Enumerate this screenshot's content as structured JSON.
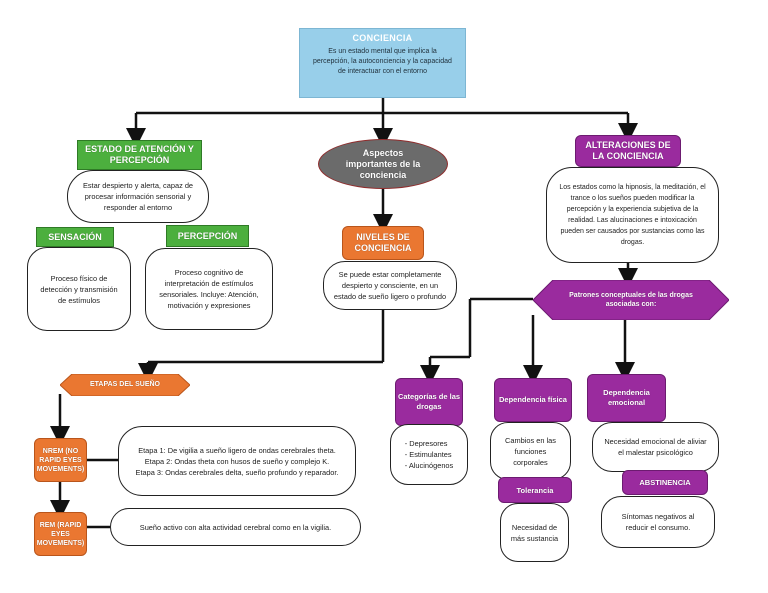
{
  "root": {
    "title": "CONCIENCIA",
    "description": "Es un estado mental que implica la percepción, la autoconciencia y la capacidad de interactuar con el entorno"
  },
  "left": {
    "header": "ESTADO DE ATENCIÓN Y PERCEPCIÓN",
    "description": "Estar despierto y alerta, capaz de procesar información sensorial y responder al entorno",
    "sensacion": {
      "header": "SENSACIÓN",
      "description": "Proceso físico de detección y transmisión de estímulos"
    },
    "percepcion": {
      "header": "PERCEPCIÓN",
      "description": "Proceso cognitivo de interpretación de estímulos sensoriales. Incluye: Atención, motivación y expresiones"
    }
  },
  "center": {
    "header": "Aspectos importantes de la conciencia",
    "niveles": {
      "header": "NIVELES DE CONCIENCIA",
      "description": "Se puede estar completamente despierto y consciente, en un estado de sueño ligero o profundo"
    }
  },
  "right": {
    "header": "ALTERACIONES DE LA CONCIENCIA",
    "description": "Los estados como la hipnosis, la meditación, el trance o los sueños pueden modificar la percepción y la experiencia subjetiva de la realidad. Las alucinaciones e intoxicación pueden ser causados por sustancias como las drogas.",
    "patrones": "Patrones conceptuales de las drogas asociadas con:"
  },
  "sleep": {
    "header": "ETAPAS DEL SUEÑO",
    "nrem": {
      "header": "NREM (NO RAPID EYES MOVEMENTS)",
      "stage1": "Etapa 1: De vigilia a sueño ligero de ondas cerebrales theta.",
      "stage2": "Etapa 2: Ondas theta con husos de sueño y complejo K.",
      "stage3": "Etapa 3: Ondas cerebrales delta, sueño profundo y reparador."
    },
    "rem": {
      "header": "REM (RAPID EYES MOVEMENTS)",
      "description": "Sueño activo con alta actividad cerebral como en la vigilia."
    }
  },
  "drugs": {
    "categorias": {
      "header": "Categorías de las drogas",
      "items": [
        "- Depresores",
        "- Estimulantes",
        "- Alucinógenos"
      ]
    },
    "fisica": {
      "header": "Dependencia física",
      "description": "Cambios en las funciones corporales"
    },
    "tolerancia": {
      "header": "Tolerancia",
      "description": "Necesidad de más sustancia"
    },
    "emocional": {
      "header": "Dependencia emocional",
      "description": "Necesidad emocional de aliviar el malestar psicológico"
    },
    "abstinencia": {
      "header": "ABSTINENCIA",
      "description": "Síntomas negativos al reducir el consumo."
    }
  },
  "colors": {
    "green": "#4caf3e",
    "orange": "#ea7731",
    "purple": "#9a2b9e",
    "gray": "#6b6b6b",
    "sky": "#98cfea"
  }
}
